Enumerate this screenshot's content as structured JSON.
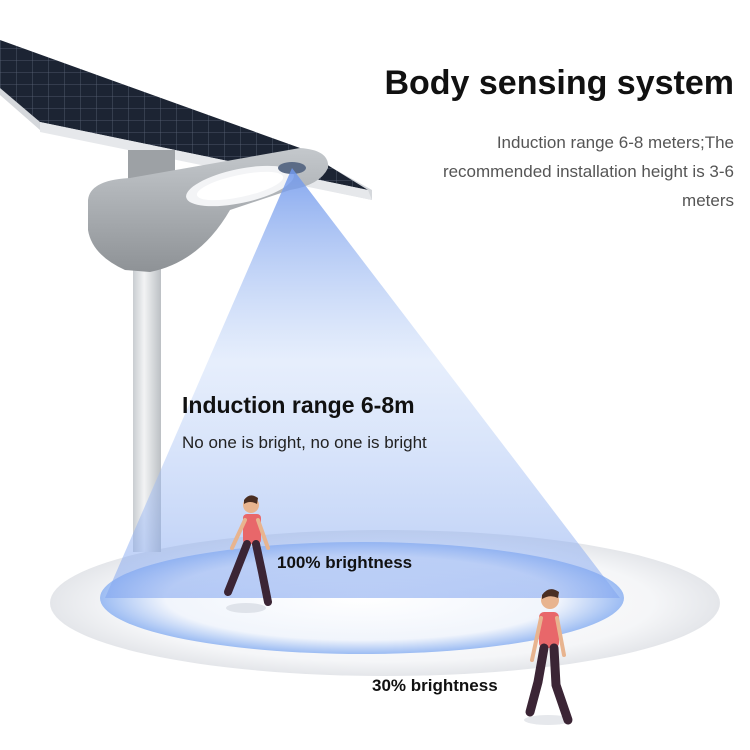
{
  "header": {
    "title": "Body sensing system",
    "description": "Induction range 6-8 meters;The recommended installation height is 3-6 meters"
  },
  "range": {
    "heading": "Induction range 6-8m",
    "subtitle": "No one is bright, no one is bright"
  },
  "brightness": {
    "full_label": "100% brightness",
    "low_label": "30% brightness"
  },
  "colors": {
    "cone": "#7fa3ef",
    "ground_ring": "#9fc0f5",
    "lamp_body": "#a9adb1",
    "shirt": "#e8676a"
  }
}
